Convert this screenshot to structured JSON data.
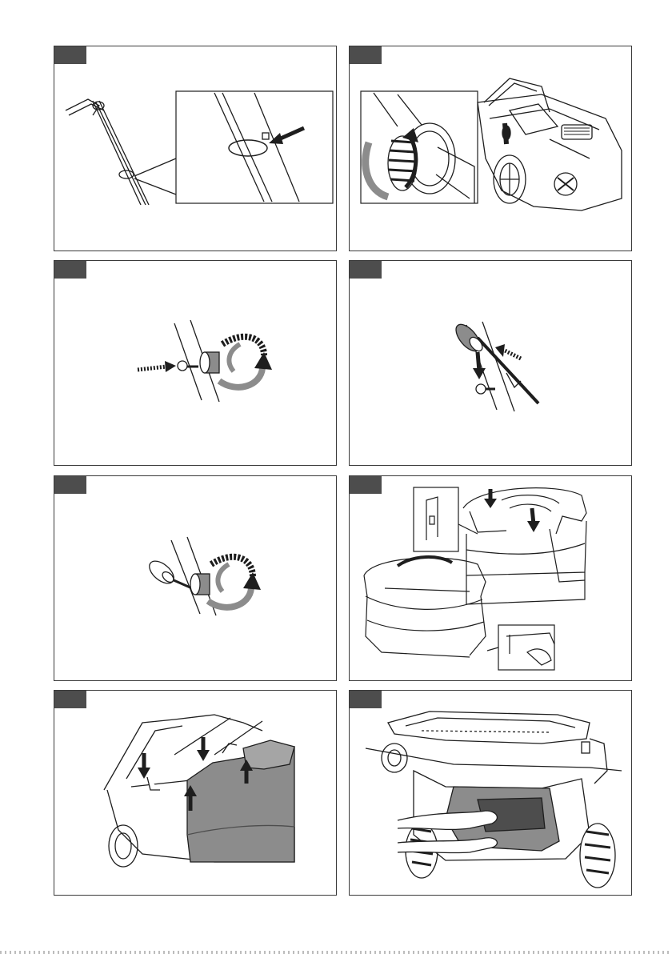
{
  "page": {
    "background": "#ffffff"
  },
  "panel_style": {
    "border": "#3a3a3a",
    "tab": "#4d4d4d",
    "line": "#1e1e1e",
    "fill_gray": "#8c8c8c",
    "fill_dark": "#1e1e1e"
  },
  "panels": [
    {
      "id": 1,
      "illustration": "cable-clip-on-handle-with-zoom-inset"
    },
    {
      "id": 2,
      "illustration": "height-adjust-wheel-turn-on-mower"
    },
    {
      "id": 3,
      "illustration": "hook-bolt-and-knob-tighten"
    },
    {
      "id": 4,
      "illustration": "knob-and-hook-removed"
    },
    {
      "id": 5,
      "illustration": "knob-tighten-on-handle"
    },
    {
      "id": 6,
      "illustration": "grass-catcher-assembly"
    },
    {
      "id": 7,
      "illustration": "grass-catcher-clip-insert"
    },
    {
      "id": 8,
      "illustration": "grass-catcher-hook-on-mower"
    }
  ]
}
